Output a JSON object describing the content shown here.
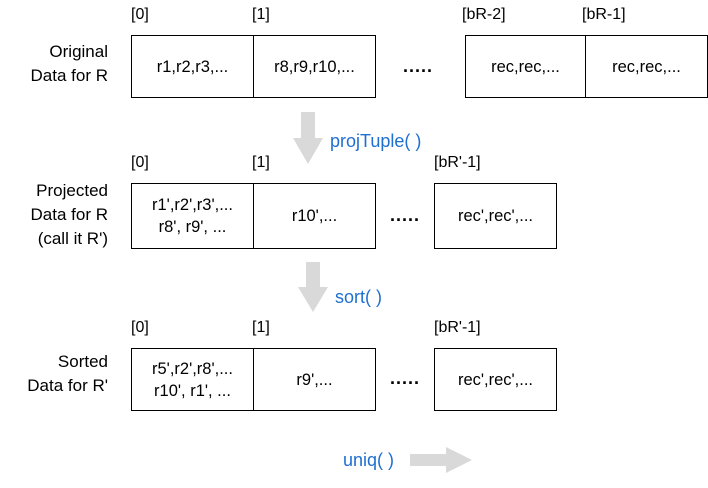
{
  "rows": [
    {
      "label_lines": [
        "Original",
        "Data for R"
      ],
      "indices": [
        "[0]",
        "[1]",
        "[bR-2]",
        "[bR-1]"
      ],
      "cells_left": [
        "r1,r2,r3,...",
        "r8,r9,r10,..."
      ],
      "ellipsis": ".....",
      "cells_right": [
        "rec,rec,...",
        "rec,rec,..."
      ]
    },
    {
      "label_lines": [
        "Projected",
        "Data for R",
        "(call it R')"
      ],
      "indices": [
        "[0]",
        "[1]",
        "[bR'-1]"
      ],
      "cells_left": [
        [
          "r1',r2',r3',...",
          "r8', r9', ..."
        ],
        "r10',..."
      ],
      "ellipsis": ".....",
      "cells_right": [
        "rec',rec',..."
      ]
    },
    {
      "label_lines": [
        "Sorted",
        "Data for R'"
      ],
      "indices": [
        "[0]",
        "[1]",
        "[bR'-1]"
      ],
      "cells_left": [
        [
          "r5',r2',r8',...",
          "r10', r1', ..."
        ],
        "r9',..."
      ],
      "ellipsis": ".....",
      "cells_right": [
        "rec',rec',..."
      ]
    }
  ],
  "steps": [
    "projTuple( )",
    "sort( )",
    "uniq( )"
  ],
  "colors": {
    "function_text": "#1f6fd1",
    "arrow_fill": "#d9d9d9",
    "border": "#000000"
  }
}
